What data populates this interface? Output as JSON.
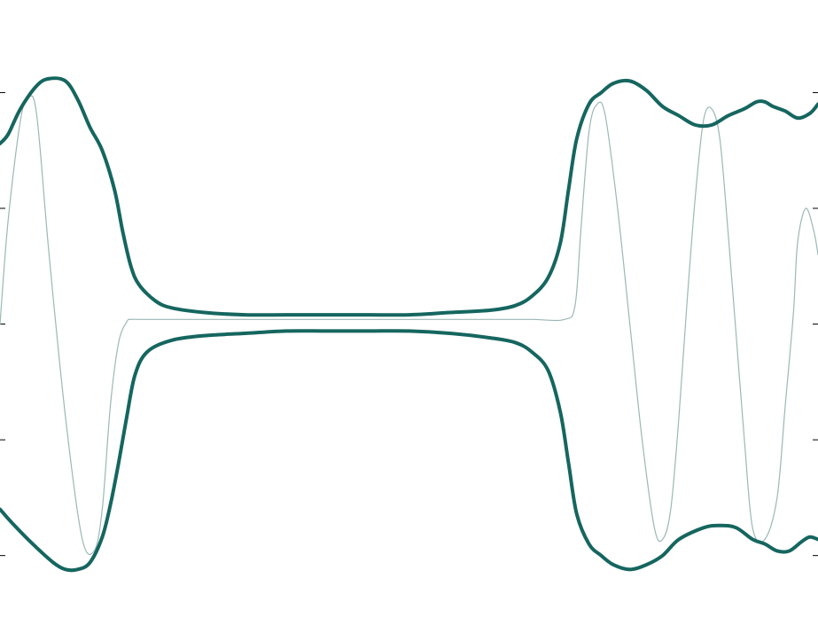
{
  "chart_data": {
    "type": "line",
    "title": "",
    "xlabel": "",
    "ylabel": "",
    "xlim": [
      0,
      1
    ],
    "ylim": [
      -1.3,
      1.4
    ],
    "y_ticks": [
      -1,
      -0.5,
      0,
      0.5,
      1
    ],
    "grid": false,
    "legend": "none",
    "series": [
      {
        "role": "signal",
        "color": "#9bb8b5",
        "x": [
          0.0,
          0.01,
          0.025,
          0.035,
          0.045,
          0.06,
          0.08,
          0.1,
          0.115,
          0.125,
          0.135,
          0.145,
          0.155,
          0.16,
          0.17,
          0.2,
          0.3,
          0.4,
          0.5,
          0.6,
          0.65,
          0.69,
          0.703,
          0.71,
          0.72,
          0.73,
          0.74,
          0.755,
          0.77,
          0.785,
          0.8,
          0.81,
          0.82,
          0.83,
          0.84,
          0.85,
          0.86,
          0.87,
          0.88,
          0.89,
          0.9,
          0.91,
          0.92,
          0.935,
          0.95,
          0.96,
          0.97,
          0.975,
          0.985,
          0.995,
          1.0
        ],
        "y": [
          0.0,
          0.45,
          0.88,
          0.98,
          0.9,
          0.3,
          -0.4,
          -0.92,
          -0.98,
          -0.8,
          -0.35,
          -0.08,
          0.01,
          0.02,
          0.02,
          0.02,
          0.02,
          0.02,
          0.02,
          0.02,
          0.02,
          0.02,
          0.08,
          0.4,
          0.83,
          0.95,
          0.9,
          0.5,
          0.0,
          -0.5,
          -0.88,
          -0.93,
          -0.8,
          -0.4,
          0.1,
          0.55,
          0.88,
          0.93,
          0.8,
          0.4,
          -0.05,
          -0.5,
          -0.88,
          -0.93,
          -0.75,
          -0.35,
          0.05,
          0.35,
          0.5,
          0.4,
          0.3
        ]
      },
      {
        "role": "upper-envelope",
        "color": "#15665f",
        "x": [
          0.0,
          0.01,
          0.025,
          0.045,
          0.06,
          0.08,
          0.095,
          0.11,
          0.125,
          0.14,
          0.15,
          0.16,
          0.17,
          0.19,
          0.21,
          0.25,
          0.3,
          0.35,
          0.4,
          0.45,
          0.5,
          0.55,
          0.6,
          0.63,
          0.65,
          0.67,
          0.685,
          0.695,
          0.705,
          0.72,
          0.735,
          0.75,
          0.77,
          0.79,
          0.81,
          0.83,
          0.85,
          0.87,
          0.89,
          0.91,
          0.925,
          0.935,
          0.945,
          0.96,
          0.975,
          0.99,
          1.0
        ],
        "y": [
          0.78,
          0.82,
          0.93,
          1.03,
          1.06,
          1.05,
          0.97,
          0.85,
          0.75,
          0.58,
          0.4,
          0.25,
          0.17,
          0.1,
          0.07,
          0.05,
          0.04,
          0.04,
          0.04,
          0.04,
          0.04,
          0.05,
          0.06,
          0.08,
          0.12,
          0.2,
          0.35,
          0.58,
          0.8,
          0.95,
          1.0,
          1.04,
          1.05,
          1.01,
          0.94,
          0.9,
          0.86,
          0.86,
          0.9,
          0.93,
          0.96,
          0.96,
          0.94,
          0.92,
          0.89,
          0.91,
          0.95
        ]
      },
      {
        "role": "lower-envelope",
        "color": "#15665f",
        "x": [
          0.0,
          0.015,
          0.04,
          0.065,
          0.08,
          0.095,
          0.11,
          0.125,
          0.135,
          0.145,
          0.155,
          0.165,
          0.18,
          0.21,
          0.25,
          0.3,
          0.35,
          0.4,
          0.45,
          0.5,
          0.55,
          0.6,
          0.63,
          0.65,
          0.67,
          0.685,
          0.695,
          0.705,
          0.72,
          0.735,
          0.75,
          0.77,
          0.79,
          0.81,
          0.83,
          0.86,
          0.88,
          0.9,
          0.92,
          0.935,
          0.95,
          0.965,
          0.98,
          0.99,
          1.0
        ],
        "y": [
          -0.8,
          -0.86,
          -0.95,
          -1.03,
          -1.06,
          -1.06,
          -1.03,
          -0.92,
          -0.78,
          -0.6,
          -0.4,
          -0.22,
          -0.12,
          -0.07,
          -0.05,
          -0.04,
          -0.03,
          -0.03,
          -0.03,
          -0.03,
          -0.04,
          -0.06,
          -0.08,
          -0.12,
          -0.2,
          -0.38,
          -0.6,
          -0.82,
          -0.95,
          -1.0,
          -1.04,
          -1.06,
          -1.04,
          -1.0,
          -0.93,
          -0.88,
          -0.87,
          -0.88,
          -0.93,
          -0.95,
          -0.98,
          -0.98,
          -0.94,
          -0.92,
          -0.93
        ]
      }
    ]
  }
}
